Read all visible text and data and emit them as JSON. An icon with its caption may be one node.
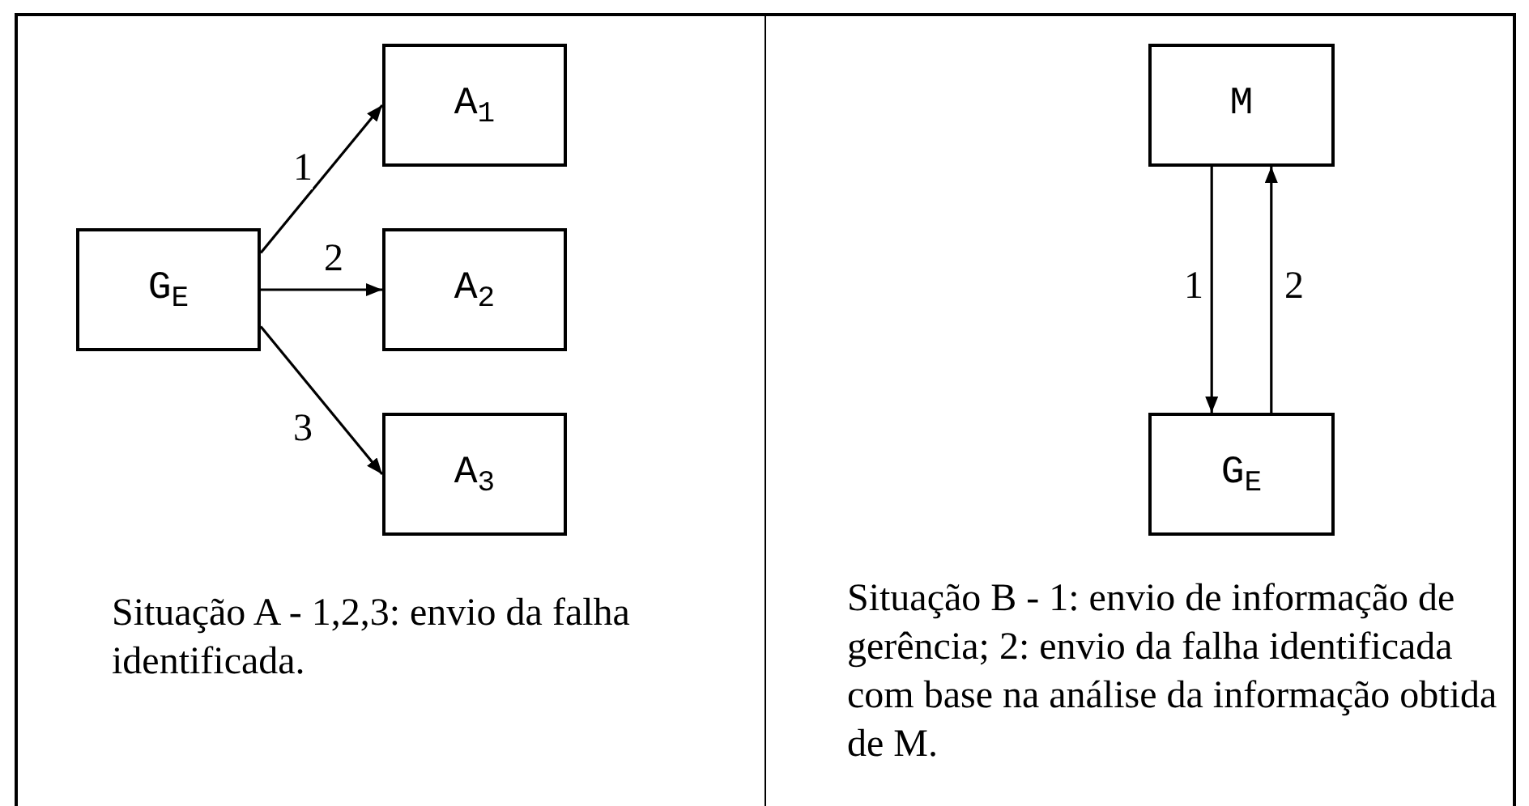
{
  "diagram": {
    "nodes": [
      {
        "text": [
          "G$_{E}$"
        ]
      },
      {
        "text": [
          "A$_{1}$"
        ]
      },
      {
        "text": [
          "A$_{2}$"
        ]
      },
      {
        "text": [
          "A$_{3}$"
        ]
      },
      {
        "text": [
          "M"
        ]
      },
      {
        "text": [
          "G$_{E}$"
        ]
      }
    ],
    "edges": [
      {
        "from": 0,
        "to": 1,
        "arrow": "to",
        "label": "1"
      },
      {
        "from": 0,
        "to": 2,
        "arrow": "to",
        "label": "2"
      },
      {
        "from": 0,
        "to": 3,
        "arrow": "to",
        "label": "3"
      },
      {
        "from": 4,
        "to": 5,
        "arrow": "to",
        "label": "1"
      },
      {
        "from": 5,
        "to": 4,
        "arrow": "to",
        "label": "2"
      }
    ],
    "labels": [
      "Situação A - 1,2,3: envio da falha identificada.",
      "Situação B - 1: envio de informação de gerência; 2: envio da falha identificada com base na análise da informação obtida de M."
    ]
  }
}
